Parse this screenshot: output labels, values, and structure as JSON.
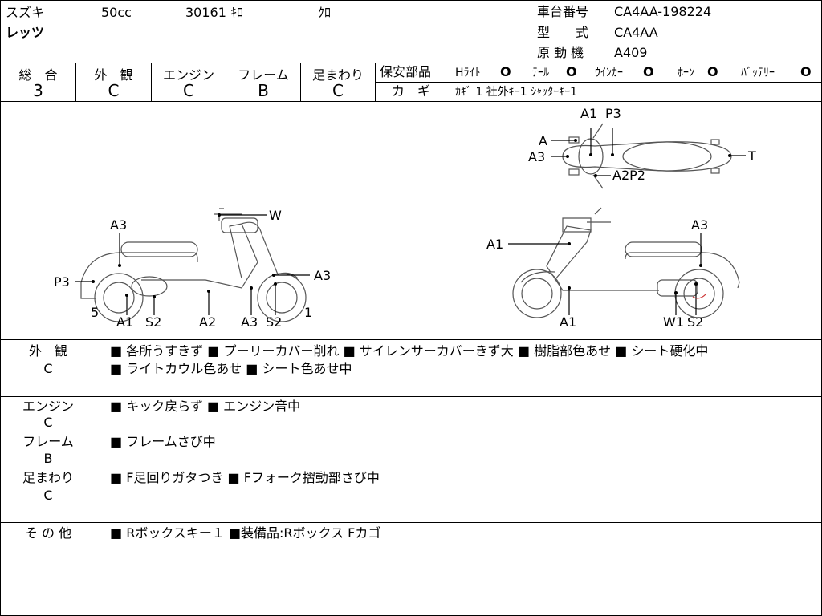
{
  "header": {
    "maker": "スズキ",
    "cc": "50cc",
    "mileage": "30161 ｷﾛ",
    "color": "ｸﾛ",
    "model_name": "レッツ",
    "frame_label": "車台番号",
    "frame_value": "CA4AA-198224",
    "type_label": "型　　式",
    "type_value": "CA4AA",
    "engine_label": "原 動 機",
    "engine_value": "A409"
  },
  "grades": [
    {
      "label": "総　合",
      "value": "3"
    },
    {
      "label": "外　観",
      "value": "C"
    },
    {
      "label": "エンジン",
      "value": "C"
    },
    {
      "label": "フレーム",
      "value": "B"
    },
    {
      "label": "足まわり",
      "value": "C"
    }
  ],
  "safety": {
    "label": "保安部品",
    "items": [
      {
        "name": "Hﾗｲﾄ",
        "mark": "O"
      },
      {
        "name": "ﾃｰﾙ",
        "mark": "O"
      },
      {
        "name": "ｳｲﾝｶｰ",
        "mark": "O"
      },
      {
        "name": "ﾎｰﾝ",
        "mark": "O"
      },
      {
        "name": "ﾊﾞｯﾃﾘｰ",
        "mark": "O"
      }
    ],
    "key_label": "カ　ギ",
    "key_text": "ｶｷﾞ 1 社外ｷｰ1 ｼｬｯﾀｰｷｰ1"
  },
  "diagram": {
    "top_labels": {
      "a1": "A1",
      "p3": "P3",
      "a": "A",
      "a3": "A3",
      "t": "T",
      "a2p2": "A2P2"
    },
    "left_labels": {
      "w": "W",
      "a3_top": "A3",
      "p3": "P3",
      "a3_right": "A3",
      "n5": "5",
      "n1": "1",
      "a1": "A1",
      "s2": "S2",
      "a2": "A2",
      "a3_bottom": "A3",
      "s2_b": "S2"
    },
    "right_labels": {
      "a1_top": "A1",
      "a3": "A3",
      "a1_bottom": "A1",
      "w1": "W1",
      "s2": "S2"
    }
  },
  "sections": [
    {
      "label": "外　観",
      "grade": "C",
      "lines": [
        "■ 各所うすきず ■ プーリーカバー削れ ■ サイレンサーカバーきず大 ■ 樹脂部色あせ ■ シート硬化中",
        "■ ライトカウル色あせ ■ シート色あせ中"
      ]
    },
    {
      "label": "エンジン",
      "grade": "C",
      "lines": [
        "■ キック戻らず ■ エンジン音中"
      ]
    },
    {
      "label": "フレーム",
      "grade": "B",
      "lines": [
        "■ フレームさび中"
      ]
    },
    {
      "label": "足まわり",
      "grade": "C",
      "lines": [
        "■ F足回りガタつき ■ Fフォーク摺動部さび中"
      ]
    },
    {
      "label": "そ の 他",
      "grade": "",
      "lines": [
        "■ Rボックスキー１ ■装備品:Rボックス Fカゴ"
      ]
    }
  ]
}
